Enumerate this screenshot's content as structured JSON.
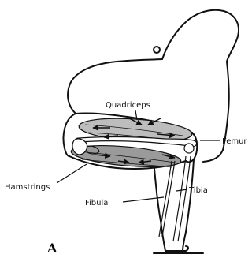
{
  "figure": {
    "panel_label": "A",
    "labels": {
      "quadriceps": "Quadriceps",
      "femur": "Femur",
      "hamstrings": "Hamstrings",
      "fibula": "Fibula",
      "tibia": "Tibia"
    }
  },
  "colors": {
    "ink": "#111111",
    "shade": "#9a9a9a",
    "background": "#ffffff"
  }
}
